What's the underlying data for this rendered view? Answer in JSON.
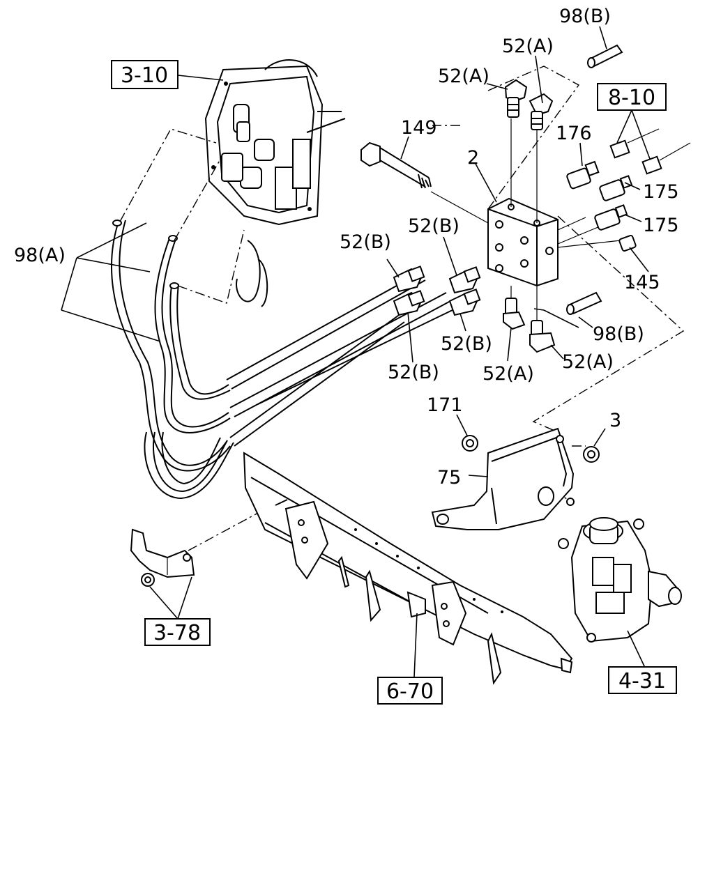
{
  "reference_boxes": [
    {
      "id": "ref-3-10",
      "text": "3-10"
    },
    {
      "id": "ref-8-10",
      "text": "8-10"
    },
    {
      "id": "ref-3-78",
      "text": "3-78"
    },
    {
      "id": "ref-6-70",
      "text": "6-70"
    },
    {
      "id": "ref-4-31",
      "text": "4-31"
    }
  ],
  "labels": [
    {
      "id": "98b-top",
      "text": "98(B)"
    },
    {
      "id": "52a-top-right",
      "text": "52(A)"
    },
    {
      "id": "52a-top-left",
      "text": "52(A)"
    },
    {
      "id": "149",
      "text": "149"
    },
    {
      "id": "176",
      "text": "176"
    },
    {
      "id": "2",
      "text": "2"
    },
    {
      "id": "175-upper",
      "text": "175"
    },
    {
      "id": "175-lower",
      "text": "175"
    },
    {
      "id": "145",
      "text": "145"
    },
    {
      "id": "98a",
      "text": "98(A)"
    },
    {
      "id": "52b-left",
      "text": "52(B)"
    },
    {
      "id": "52b-mid",
      "text": "52(B)"
    },
    {
      "id": "98b-mid",
      "text": "98(B)"
    },
    {
      "id": "52b-lower",
      "text": "52(B)"
    },
    {
      "id": "52b-bottom",
      "text": "52(B)"
    },
    {
      "id": "52a-bottom-left",
      "text": "52(A)"
    },
    {
      "id": "52a-bottom-right",
      "text": "52(A)"
    },
    {
      "id": "171",
      "text": "171"
    },
    {
      "id": "3",
      "text": "3"
    },
    {
      "id": "75",
      "text": "75"
    }
  ]
}
